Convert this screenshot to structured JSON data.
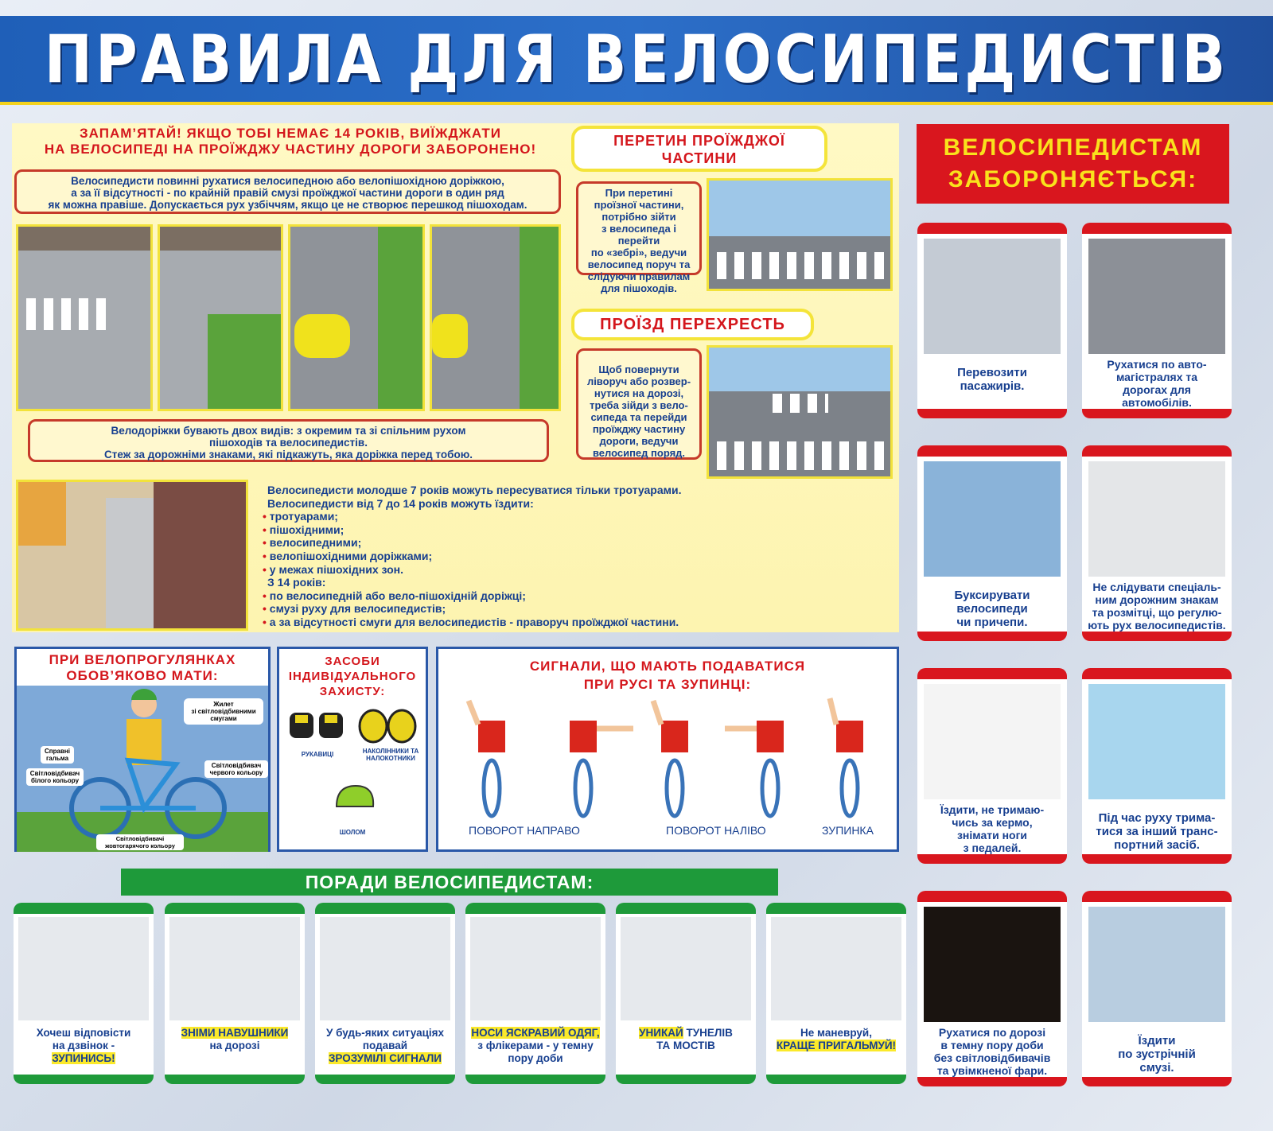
{
  "header": {
    "title": "ПРАВИЛА ДЛЯ ВЕЛОСИПЕДИСТІВ"
  },
  "main": {
    "warning": [
      "ЗАПАМ’ЯТАЙ! ЯКЩО ТОБІ НЕМАЄ 14 РОКІВ, ВИЇЖДЖАТИ",
      "НА ВЕЛОСИПЕДІ НА ПРОЇЖДЖУ ЧАСТИНУ ДОРОГИ ЗАБОРОНЕНО!"
    ],
    "intro": [
      "Велосипедисти повинні рухатися велосипедною або велопішохідною доріжкою,",
      "а за її відсутності - по крайній правій смузі проїжджої частини дороги в один ряд",
      "як можна правіше. Допускається рух узбіччям, якщо це не створює перешкод пішоходам."
    ],
    "paths_note": [
      "Велодоріжки бувають двох видів: з окремим  та зі спільним рухом",
      "пішоходів та велосипедистів.",
      "Стеж за дорожніми знаками, які підкажуть, яка доріжка перед тобою."
    ],
    "age_rules": {
      "lines": [
        {
          "bullet": false,
          "text": "Велосипедисти молодше 7 років можуть пересуватися тільки тротуарами."
        },
        {
          "bullet": false,
          "text": "Велосипедисти від 7 до 14 років можуть їздити:"
        },
        {
          "bullet": true,
          "text": "тротуарами;"
        },
        {
          "bullet": true,
          "text": "пішохідними;"
        },
        {
          "bullet": true,
          "text": "велосипедними;"
        },
        {
          "bullet": true,
          "text": "велопішохідними доріжками;"
        },
        {
          "bullet": true,
          "text": "у межах пішохідних зон."
        },
        {
          "bullet": false,
          "text": "  З 14 років:"
        },
        {
          "bullet": true,
          "text": "по велосипедній або вело-пішохідній доріжці;"
        },
        {
          "bullet": true,
          "text": "смузі руху для велосипедистів;"
        },
        {
          "bullet": true,
          "text": "а за відсутності смуги для велосипедистів - праворуч проїжджої частини."
        }
      ]
    },
    "crossing": {
      "title": [
        "ПЕРЕТИН ПРОЇЖДЖОЇ",
        "ЧАСТИНИ"
      ],
      "text": [
        "При  перетині",
        "проїзної частини,",
        "потрібно зійти",
        "з велосипеда і перейти",
        "по «зебрі», ведучи",
        "велосипед поруч та",
        "слідуючи правилам",
        "для пішоходів."
      ]
    },
    "intersection": {
      "title": "ПРОЇЗД ПЕРЕХРЕСТЬ",
      "text": [
        "Щоб повернути",
        "ліворуч або розвер-",
        "нутися на дорозі,",
        "треба зійди з вело-",
        "сипеда та перейди",
        "проїжджу частину",
        "дороги, ведучи",
        "велосипед поряд."
      ]
    }
  },
  "equipment": {
    "title": [
      "ПРИ ВЕЛОПРОГУЛЯНКАХ",
      "ОБОВ’ЯКОВО МАТИ:"
    ],
    "labels": {
      "vest": [
        "Жилет",
        "зі світловідбивними",
        "смугами"
      ],
      "brakes": [
        "Справні",
        "гальма"
      ],
      "white_reflector": [
        "Світловідбивач",
        "білого кольору"
      ],
      "red_reflector": [
        "Світловідбивач",
        "червого кольору"
      ],
      "yellow_reflectors": [
        "Світловідбивачі",
        "жовтогарячого кольору"
      ]
    }
  },
  "protection": {
    "title": [
      "ЗАСОБИ",
      "ІНДИВІДУАЛЬНОГО",
      "ЗАХИСТУ:"
    ],
    "gloves": "РУКАВИЦІ",
    "pads": [
      "НАКОЛІННИКИ ТА",
      "НАЛОКОТНИКИ"
    ],
    "helmet": "ШОЛОМ"
  },
  "signals": {
    "title": [
      "СИГНАЛИ, ЩО МАЮТЬ ПОДАВАТИСЯ",
      "ПРИ РУСІ ТА ЗУПИНЦІ:"
    ],
    "right": "ПОВОРОТ НАПРАВО",
    "left": "ПОВОРОТ НАЛІВО",
    "stop": "ЗУПИНКА"
  },
  "forbidden": {
    "title": [
      "ВЕЛОСИПЕДИСТАМ",
      "ЗАБОРОНЯЄТЬСЯ:"
    ],
    "items": [
      {
        "text": [
          "Перевозити",
          "пасажирів."
        ],
        "icon": "passenger-illustration"
      },
      {
        "text": [
          "Рухатися по авто-",
          "магістралях та",
          "дорогах для",
          "автомобілів."
        ],
        "icon": "highway-illustration"
      },
      {
        "text": [
          "Буксирувати",
          "велосипеди",
          "чи причепи."
        ],
        "icon": "towing-illustration"
      },
      {
        "text": [
          "Не слідувати спеціаль-",
          "ним дорожним знакам",
          "та розмітці, що регулю-",
          "ють рух велосипедистів."
        ],
        "icon": "signs-illustration"
      },
      {
        "text": [
          "Їздити, не тримаю-",
          "чись за кермо,",
          "знімати ноги",
          "з педалей."
        ],
        "icon": "no-hands-illustration"
      },
      {
        "text": [
          "Під час руху трима-",
          "тися за інший транс-",
          "портний засіб."
        ],
        "icon": "holding-bus-illustration"
      },
      {
        "text": [
          "Рухатися по дорозі",
          "в темну пору доби",
          "без світловідбивачів",
          "та увімкненої фари."
        ],
        "icon": "night-illustration"
      },
      {
        "text": [
          "Їздити",
          "по зустрічній",
          "смузі."
        ],
        "icon": "oncoming-illustration"
      }
    ]
  },
  "tips": {
    "title": "ПОРАДИ ВЕЛОСИПЕДИСТАМ:",
    "items": [
      {
        "icon": "phone-illustration",
        "lines": [
          [
            {
              "t": "Хочеш відповісти"
            }
          ],
          [
            {
              "t": "на дзвінок -"
            }
          ],
          [
            {
              "t": "ЗУПИНИСЬ!",
              "hl": true
            }
          ]
        ]
      },
      {
        "icon": "headphones-illustration",
        "lines": [
          [
            {
              "t": "ЗНІМИ НАВУШНИКИ",
              "hl": true
            }
          ],
          [
            {
              "t": "на дорозі"
            }
          ]
        ]
      },
      {
        "icon": "signal-illustration",
        "lines": [
          [
            {
              "t": "У будь-яких ситуаціях"
            }
          ],
          [
            {
              "t": "подавай"
            }
          ],
          [
            {
              "t": "ЗРОЗУМІЛІ СИГНАЛИ",
              "hl": true
            }
          ]
        ]
      },
      {
        "icon": "jacket-illustration",
        "lines": [
          [
            {
              "t": "НОСИ ЯСКРАВИЙ ОДЯГ,",
              "hl": true
            }
          ],
          [
            {
              "t": "з флікерами - у темну"
            }
          ],
          [
            {
              "t": "пору доби"
            }
          ]
        ]
      },
      {
        "icon": "tunnel-illustration",
        "lines": [
          [
            {
              "t": "УНИКАЙ",
              "hl": true
            },
            {
              "t": " ТУНЕЛІВ"
            }
          ],
          [
            {
              "t": "ТА МОСТІВ"
            }
          ]
        ]
      },
      {
        "icon": "brake-illustration",
        "lines": [
          [
            {
              "t": "Не маневруй,"
            }
          ],
          [
            {
              "t": "КРАЩЕ ПРИГАЛЬМУЙ!",
              "hl": true
            }
          ]
        ]
      }
    ]
  },
  "colors": {
    "blue": "#1f5fb8",
    "red": "#d9161e",
    "green": "#1e9a3a",
    "yellow": "#fbe92a",
    "text": "#173f8f"
  }
}
